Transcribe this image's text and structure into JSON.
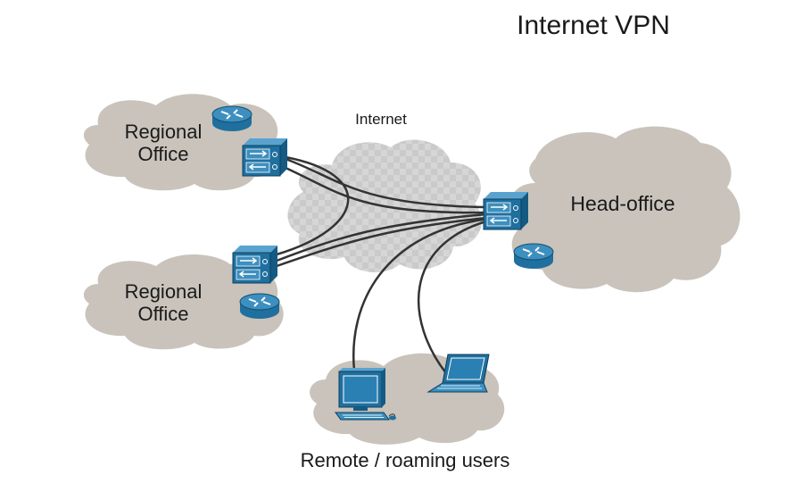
{
  "title": "Internet VPN",
  "labels": {
    "internet": "Internet",
    "regional_office_1": [
      "Regional",
      "Office"
    ],
    "regional_office_2": [
      "Regional",
      "Office"
    ],
    "head_office": "Head-office",
    "remote_users": "Remote / roaming users"
  },
  "colors": {
    "cloud_office": "#c9c3bb",
    "cloud_internet": "#d3d3d3",
    "device_blue": "#1f6f9f",
    "device_blue_light": "#3d8fbf",
    "line": "#333333"
  },
  "icons": [
    "router-icon",
    "vpn-concentrator-icon",
    "desktop-computer-icon",
    "laptop-icon"
  ]
}
